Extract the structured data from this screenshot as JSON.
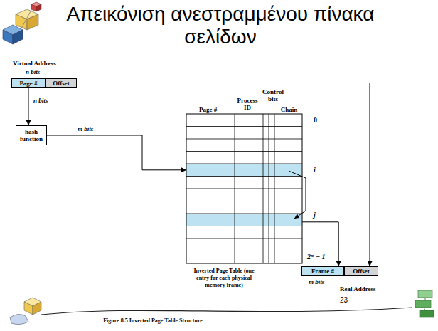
{
  "diagram": {
    "title": "Απεικόνιση ανεστραμμένου πίνακα σελίδων",
    "caption": "Figure 8.5 Inverted Page Table Structure",
    "nodes": [
      {
        "text": [
          "Virtual Address",
          "n bits"
        ]
      },
      {
        "text": [
          "Page #"
        ],
        "in": 0
      },
      {
        "text": [
          "Offset"
        ],
        "in": 0
      },
      {
        "text": [
          "hash function"
        ]
      },
      {
        "text": [
          "Inverted Page Table (one entry for each physical memory frame)"
        ]
      },
      {
        "text": [
          "m bits",
          "Real Address"
        ]
      },
      {
        "text": [
          "Frame #"
        ],
        "in": 5
      },
      {
        "text": [
          "Offset"
        ],
        "in": 5
      }
    ],
    "edges": [
      {
        "from": 1,
        "to": 3,
        "arrow": "to",
        "label": "n bits"
      },
      {
        "from": 3,
        "to": 4,
        "arrow": "to",
        "label": "m bits"
      },
      {
        "from": 4,
        "to": 6,
        "arrow": "to"
      },
      {
        "from": 2,
        "to": 7,
        "arrow": "to"
      }
    ],
    "labels": [
      "Page #",
      "Process ID",
      "Control bits",
      "Chain",
      "0",
      "i",
      "j",
      "2ᵐ − 1",
      "23"
    ]
  }
}
